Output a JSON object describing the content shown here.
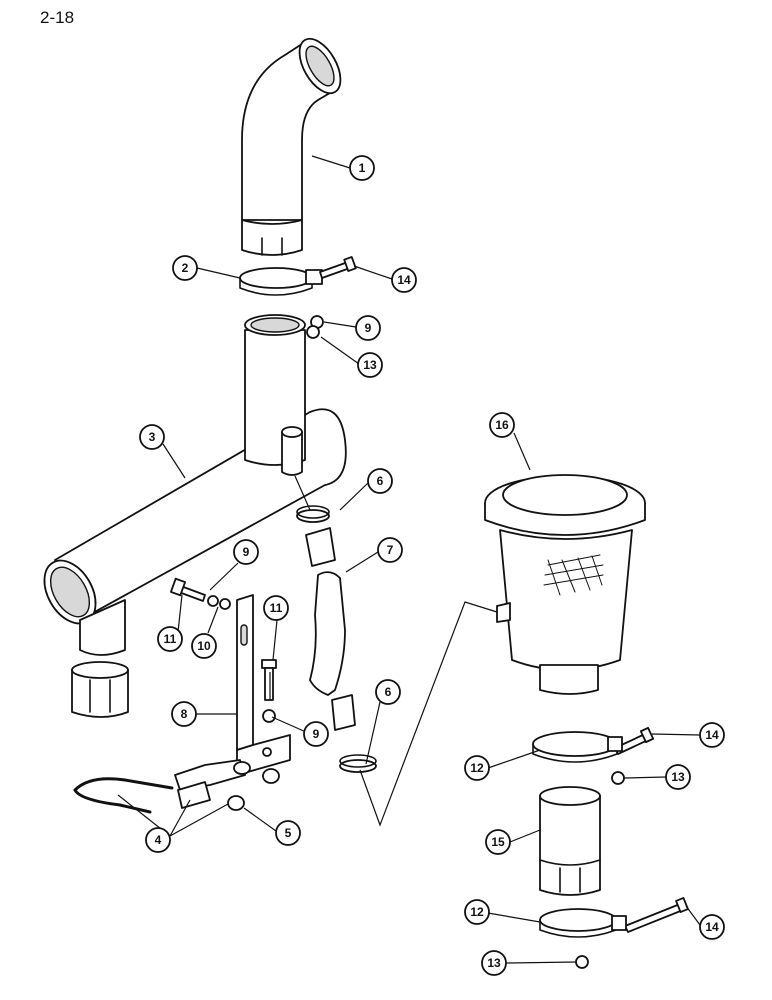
{
  "page_number": "2-18",
  "callouts": [
    {
      "id": "1",
      "label": "1"
    },
    {
      "id": "2",
      "label": "2"
    },
    {
      "id": "3",
      "label": "3"
    },
    {
      "id": "4",
      "label": "4"
    },
    {
      "id": "5",
      "label": "5"
    },
    {
      "id": "6a",
      "label": "6"
    },
    {
      "id": "6b",
      "label": "6"
    },
    {
      "id": "7",
      "label": "7"
    },
    {
      "id": "8",
      "label": "8"
    },
    {
      "id": "9a",
      "label": "9"
    },
    {
      "id": "9b",
      "label": "9"
    },
    {
      "id": "9c",
      "label": "9"
    },
    {
      "id": "10",
      "label": "10"
    },
    {
      "id": "11a",
      "label": "11"
    },
    {
      "id": "11b",
      "label": "11"
    },
    {
      "id": "12a",
      "label": "12"
    },
    {
      "id": "12b",
      "label": "12"
    },
    {
      "id": "13a",
      "label": "13"
    },
    {
      "id": "13b",
      "label": "13"
    },
    {
      "id": "13c",
      "label": "13"
    },
    {
      "id": "14a",
      "label": "14"
    },
    {
      "id": "14b",
      "label": "14"
    },
    {
      "id": "14c",
      "label": "14"
    },
    {
      "id": "15",
      "label": "15"
    },
    {
      "id": "16",
      "label": "16"
    }
  ]
}
